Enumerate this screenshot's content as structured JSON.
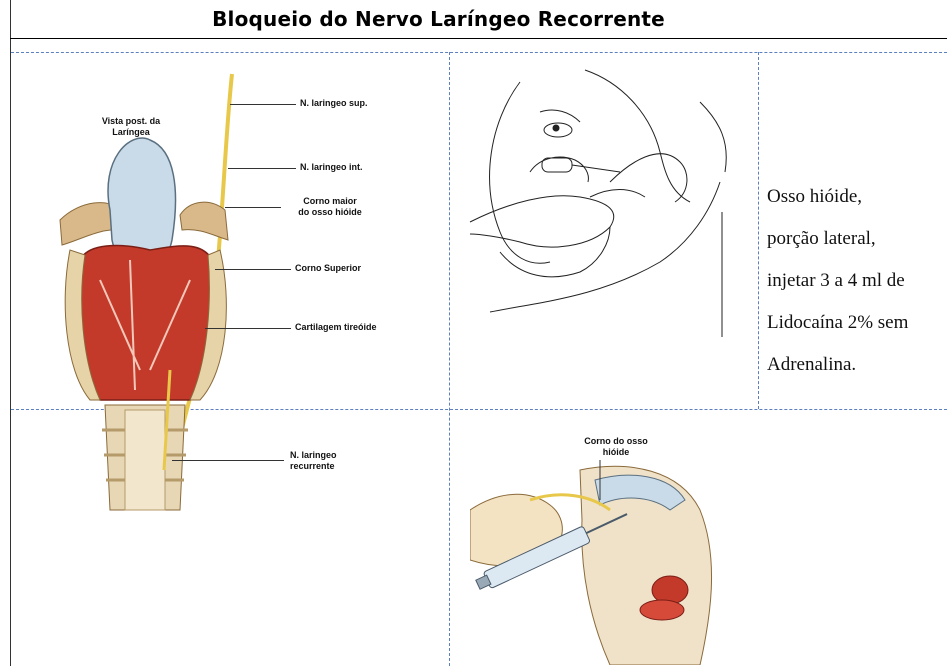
{
  "document": {
    "title": "Bloqueio do Nervo Laríngeo Recorrente"
  },
  "anatomy_figure": {
    "view_label": [
      "Vista post. da",
      "Laríngea"
    ],
    "labels": {
      "n_laringeo_sup": "N. laringeo sup.",
      "n_laringeo_int": "N. laringeo int.",
      "corno_maior_1": "Corno maior",
      "corno_maior_2": "do osso hióide",
      "corno_superior": "Corno Superior",
      "cartilagem": "Cartilagem tireóide",
      "n_recorrente_1": "N. laringeo",
      "n_recorrente_2": "recurrente"
    }
  },
  "injection_figure": {
    "label_1": "Corno do osso",
    "label_2": "hióide"
  },
  "instructions": {
    "lines": [
      "Osso hióide,",
      "porção lateral,",
      "injetar 3 a 4 ml de",
      "Lidocaína 2% sem",
      "Adrenalina."
    ]
  }
}
